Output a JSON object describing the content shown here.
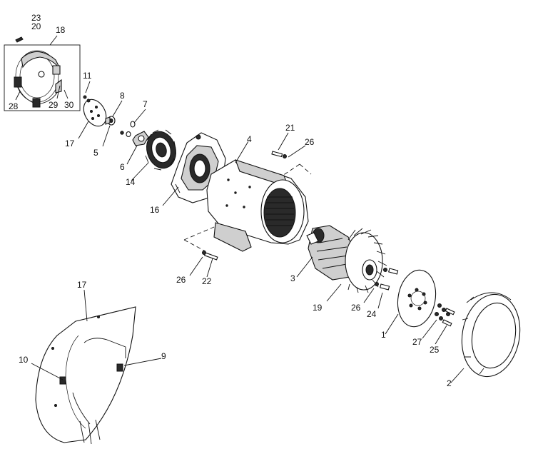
{
  "diagram": {
    "callouts": {
      "c1": "1",
      "c2": "2",
      "c3": "3",
      "c4": "4",
      "c5": "5",
      "c6": "6",
      "c7": "7",
      "c8": "8",
      "c9": "9",
      "c10": "10",
      "c11": "11",
      "c14": "14",
      "c16": "16",
      "c17_top": "17",
      "c17_bottom": "17",
      "c18": "18",
      "c19": "19",
      "c20": "20",
      "c21": "21",
      "c22": "22",
      "c23": "23",
      "c24": "24",
      "c25": "25",
      "c26_top": "26",
      "c26_left": "26",
      "c26_right": "26",
      "c27": "27",
      "c28": "28",
      "c29": "29",
      "c30": "30"
    }
  }
}
